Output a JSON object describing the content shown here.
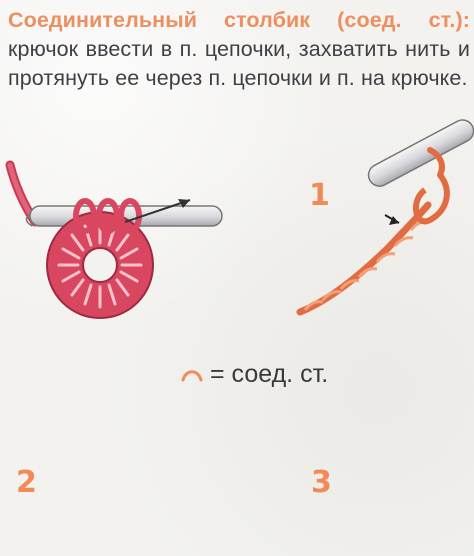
{
  "header": {
    "term": "Соединительный столбик (соед. ст.):",
    "description": " крючок ввести в п. цепочки, захватить нить и протянуть ее через п. цепочки и п. на крючке."
  },
  "legend": {
    "symbol_icon": "arc-icon",
    "text": "= соед. ст."
  },
  "steps": [
    {
      "number": "1"
    },
    {
      "number": "2"
    },
    {
      "number": "3"
    }
  ],
  "colors": {
    "accent": "#ee8b5a",
    "yarn": "#d94a62",
    "hook": "#c8c8cc",
    "text": "#3f3f46"
  }
}
